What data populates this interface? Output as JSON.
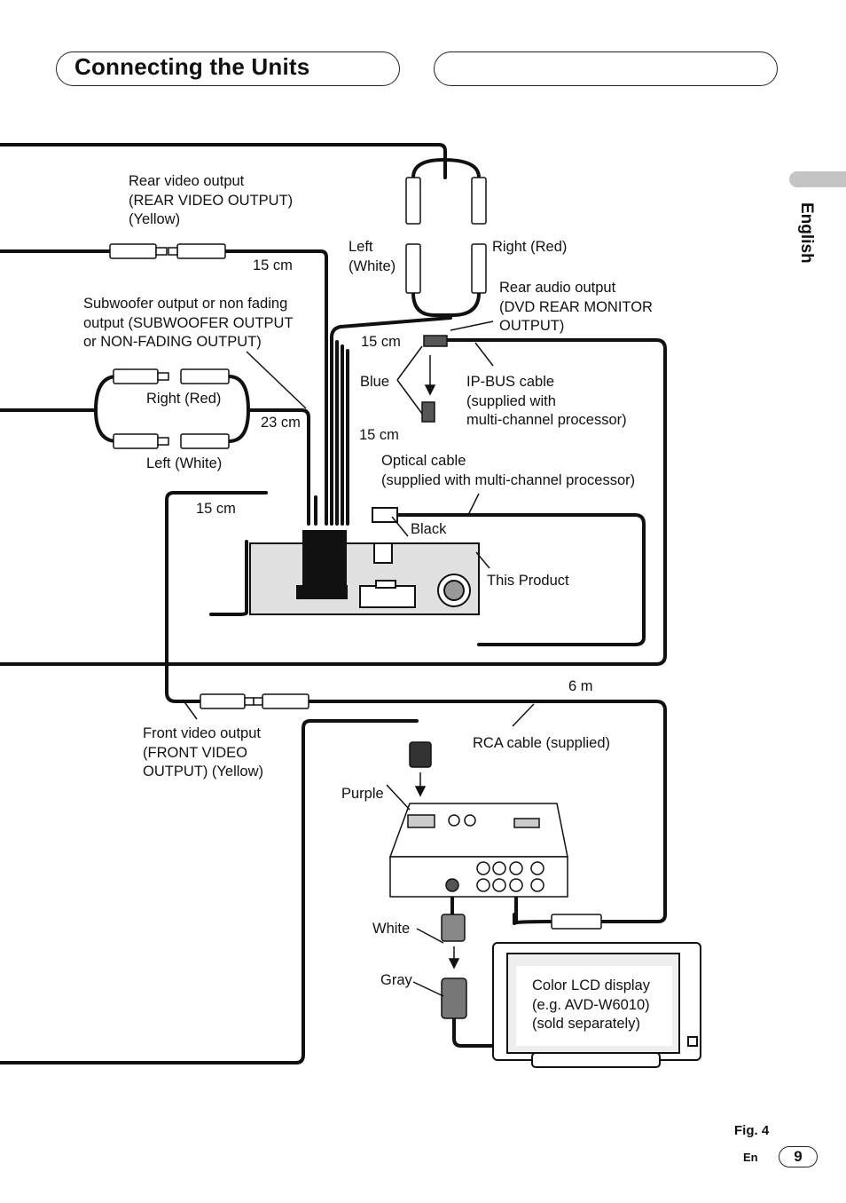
{
  "header": {
    "title": "Connecting the Units"
  },
  "sidebar": {
    "language": "English"
  },
  "labels": {
    "rear_video_output": "Rear video output\n(REAR VIDEO OUTPUT)\n(Yellow)",
    "len_15cm_a": "15 cm",
    "left_white_top": "Left\n(White)",
    "right_red_top": "Right (Red)",
    "rear_audio_output": "Rear audio output\n(DVD REAR MONITOR\nOUTPUT)",
    "subwoofer_output": "Subwoofer output or non fading\noutput (SUBWOOFER OUTPUT\nor NON-FADING OUTPUT)",
    "len_15cm_b": "15 cm",
    "blue": "Blue",
    "ip_bus_cable": "IP-BUS cable\n(supplied with\nmulti-channel processor)",
    "right_red_mid": "Right (Red)",
    "len_23cm": "23 cm",
    "len_15cm_c": "15 cm",
    "left_white_mid": "Left (White)",
    "optical_cable": "Optical cable\n(supplied with multi-channel processor)",
    "len_15cm_d": "15 cm",
    "black": "Black",
    "this_product": "This Product",
    "len_6m": "6 m",
    "front_video_output": "Front video output\n(FRONT VIDEO\nOUTPUT) (Yellow)",
    "rca_cable": "RCA cable (supplied)",
    "purple": "Purple",
    "white": "White",
    "gray": "Gray",
    "color_lcd": "Color LCD display\n(e.g. AVD-W6010)\n(sold separately)"
  },
  "footer": {
    "figure": "Fig. 4",
    "lang_code": "En",
    "page": "9"
  }
}
